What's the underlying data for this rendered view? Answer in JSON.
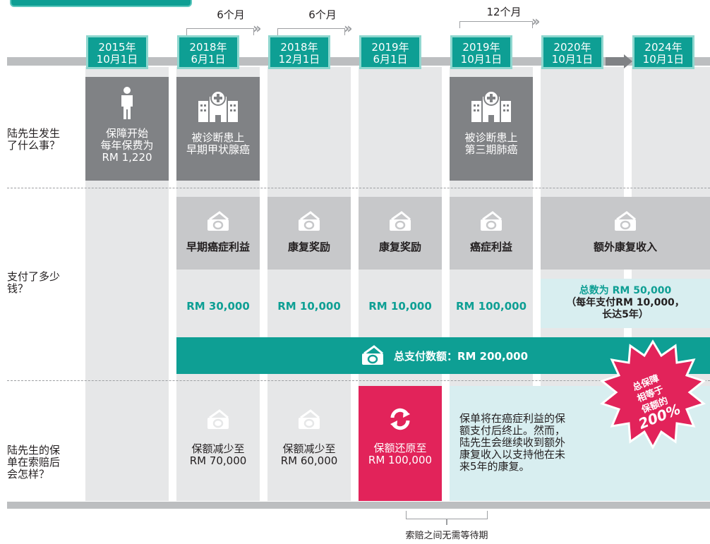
{
  "intervals": [
    "6个月",
    "6个月",
    "12个月"
  ],
  "dates": [
    [
      "2015年",
      "10月1日"
    ],
    [
      "2018年",
      "6月1日"
    ],
    [
      "2018年",
      "12月1日"
    ],
    [
      "2019年",
      "6月1日"
    ],
    [
      "2019年",
      "10月1日"
    ],
    [
      "2020年",
      "10月1日"
    ],
    [
      "2024年",
      "10月1日"
    ]
  ],
  "row_labels": {
    "events": [
      "陆先生发生",
      "了什么事？"
    ],
    "payout": [
      "支付了多少",
      "钱？"
    ],
    "policy": [
      "陆先生的保",
      "单在索赔后",
      "会怎样？"
    ]
  },
  "events": {
    "start": [
      "保障开始",
      "每年保费为",
      "RM 1,220"
    ],
    "thyroid": [
      "被诊断患上",
      "早期甲状腺癌"
    ],
    "lung": [
      "被诊断患上",
      "第三期肺癌"
    ]
  },
  "payouts": {
    "labels": [
      "早期癌症利益",
      "康复奖励",
      "康复奖励",
      "癌症利益",
      "额外康复收入"
    ],
    "amounts": [
      "RM 30,000",
      "RM 10,000",
      "RM 10,000",
      "RM 100,000"
    ],
    "extra": [
      "总数为 RM 50,000",
      "（每年支付RM 10,000，",
      "长达5年）"
    ]
  },
  "total": "总支付数额：RM 200,000",
  "starburst": {
    "lines": [
      "总保障",
      "相等于",
      "保额的"
    ],
    "percent": "200%"
  },
  "coverage": {
    "reduced1": [
      "保额减少至",
      "RM 70,000"
    ],
    "reduced2": [
      "保额减少至",
      "RM 60,000"
    ],
    "restored": [
      "保额还原至",
      "RM 100,000"
    ],
    "terminate": [
      "保单将在癌症利益的保",
      "额支付后终止。然而，",
      "陆先生会继续收到额外",
      "康复收入以支持他在未",
      "来5年的康复。"
    ]
  },
  "waiting_note": "索赔之间无需等待期",
  "colors": {
    "teal": "#0e9f94",
    "gray_event": "#808285",
    "gray_pay": "#c7c8ca",
    "light_col": "#e6e7e8",
    "pink": "#e2235a",
    "light_teal": "#d8eef0"
  }
}
